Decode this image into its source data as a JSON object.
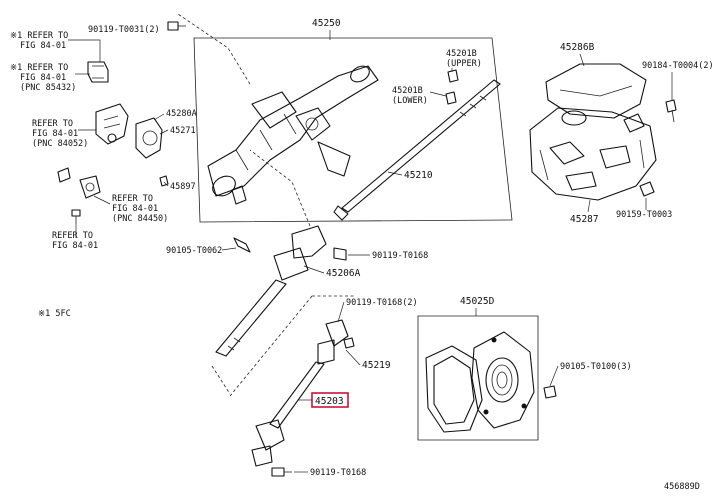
{
  "labels": {
    "note_1_top": "※1 REFER TO",
    "note_1_top_2": "FIG 84-01",
    "note_1_mid": "※1 REFER TO",
    "note_1_mid_2": "FIG 84-01",
    "note_1_mid_3": "(PNC 85432)",
    "refer_a": "REFER TO",
    "refer_a_2": "FIG 84-01",
    "refer_a_3": "(PNC 84052)",
    "refer_b": "REFER TO",
    "refer_b_2": "FIG 84-01",
    "refer_b_3": "(PNC 84450)",
    "refer_c": "REFER TO",
    "refer_c_2": "FIG 84-01",
    "footnote": "※1 5FC",
    "p90119_t0031": "90119-T0031(2)",
    "p45250": "45250",
    "p45201b_upper": "45201B",
    "upper": "(UPPER)",
    "p45201b_lower": "45201B",
    "lower": "(LOWER)",
    "p45210": "45210",
    "p45280a": "45280A",
    "p45271": "45271",
    "p45897": "45897",
    "p90105_t0062": "90105-T0062",
    "p90119_t0168": "90119-T0168",
    "p45206a": "45206A",
    "p90119_t0168_2": "90119-T0168(2)",
    "p45219": "45219",
    "p45203": "45203",
    "p90119_t0168_b": "90119-T0168",
    "p45286b": "45286B",
    "p90184_t0004": "90184-T0004(2)",
    "p45287": "45287",
    "p90159_t0003": "90159-T0003",
    "p45025d": "45025D",
    "p90105_t0100": "90105-T0100(3)",
    "diagram_id": "456889D"
  },
  "highlight_color": "#c8143c"
}
